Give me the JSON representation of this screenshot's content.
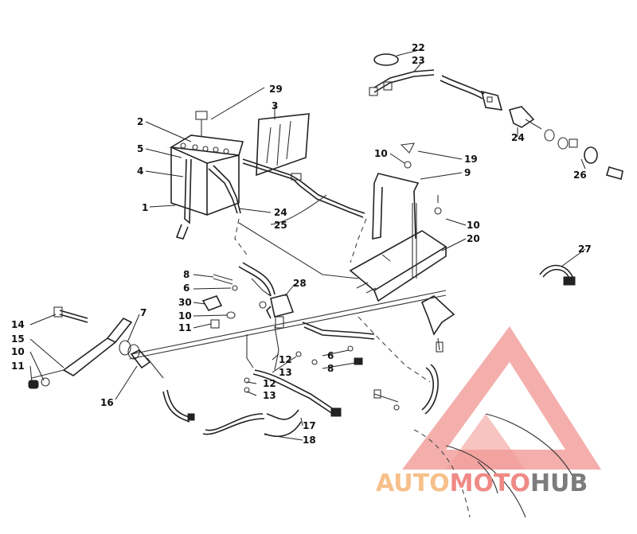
{
  "callouts": [
    "1",
    "2",
    "3",
    "4",
    "5",
    "6",
    "7",
    "8",
    "9",
    "10",
    "11",
    "12",
    "13",
    "14",
    "15",
    "16",
    "17",
    "18",
    "19",
    "20",
    "22",
    "23",
    "24",
    "25",
    "26",
    "27",
    "28",
    "29",
    "30"
  ],
  "callouts_left": [
    "14",
    "15",
    "10",
    "11",
    "16"
  ],
  "callouts_mid": [
    "8",
    "6",
    "30",
    "10",
    "11",
    "12",
    "13",
    "12",
    "13",
    "6",
    "8",
    "17",
    "18"
  ],
  "watermark": {
    "part1": "AUTO",
    "part2": "MOTO",
    "part3": "HUB",
    "color_orange": "#f7c08a",
    "color_red": "#ef8a86",
    "color_gray": "#7c7c7c"
  }
}
